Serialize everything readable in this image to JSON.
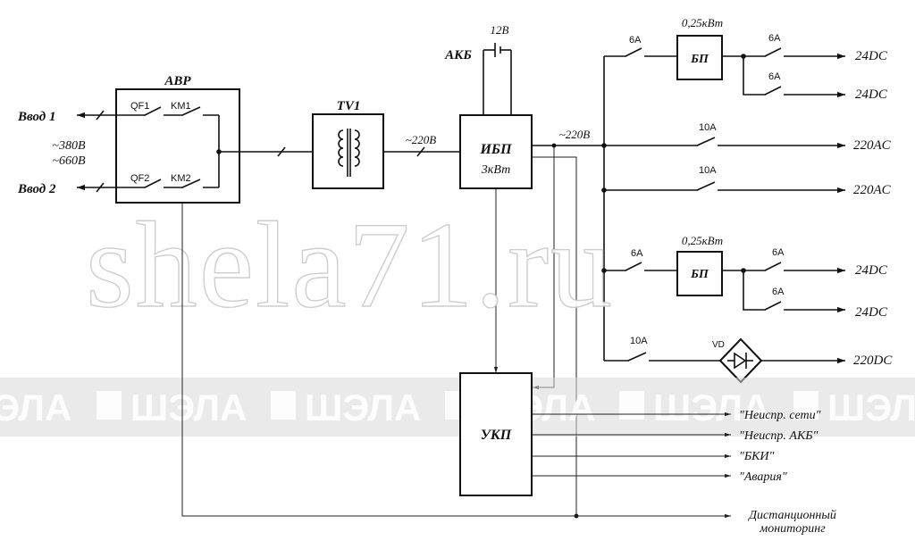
{
  "labels": {
    "avr": "АВР",
    "input1": "Ввод 1",
    "input2": "Ввод 2",
    "voltage_380": "~380В",
    "voltage_660": "~660В",
    "qf1": "QF1",
    "km1": "KM1",
    "qf2": "QF2",
    "km2": "KM2",
    "tv1": "TV1",
    "ac_220_a": "~220В",
    "ac_220_b": "~220В",
    "akb": "АКБ",
    "battery_v": "12В",
    "ibp": "ИБП",
    "ibp_power": "3кВт",
    "ukp": "УКП",
    "bp_top": "БП",
    "bp_top_power": "0,25кВт",
    "bp_bottom": "БП",
    "bp_bottom_power": "0,25кВт",
    "vd": "VD"
  },
  "breakers": {
    "top_in": "6А",
    "top_out1": "6А",
    "top_out2": "6А",
    "ac1": "10А",
    "ac2": "10А",
    "bot_in": "6А",
    "bot_out1": "6А",
    "bot_out2": "6А",
    "dc": "10А"
  },
  "outputs": {
    "dc24_1": "24DC",
    "dc24_2": "24DC",
    "ac220_1": "220AC",
    "ac220_2": "220AC",
    "dc24_3": "24DC",
    "dc24_4": "24DC",
    "dc220": "220DC"
  },
  "signals": {
    "s1": "\"Неиспр. сети\"",
    "s2": "\"Неиспр. АКБ\"",
    "s3": "\"БКИ\"",
    "s4": "\"Авария\"",
    "remote_1": "Дистанционный",
    "remote_2": "мониторинг"
  },
  "watermark": {
    "site": "shela71.ru",
    "logo": "ШЭЛА"
  }
}
